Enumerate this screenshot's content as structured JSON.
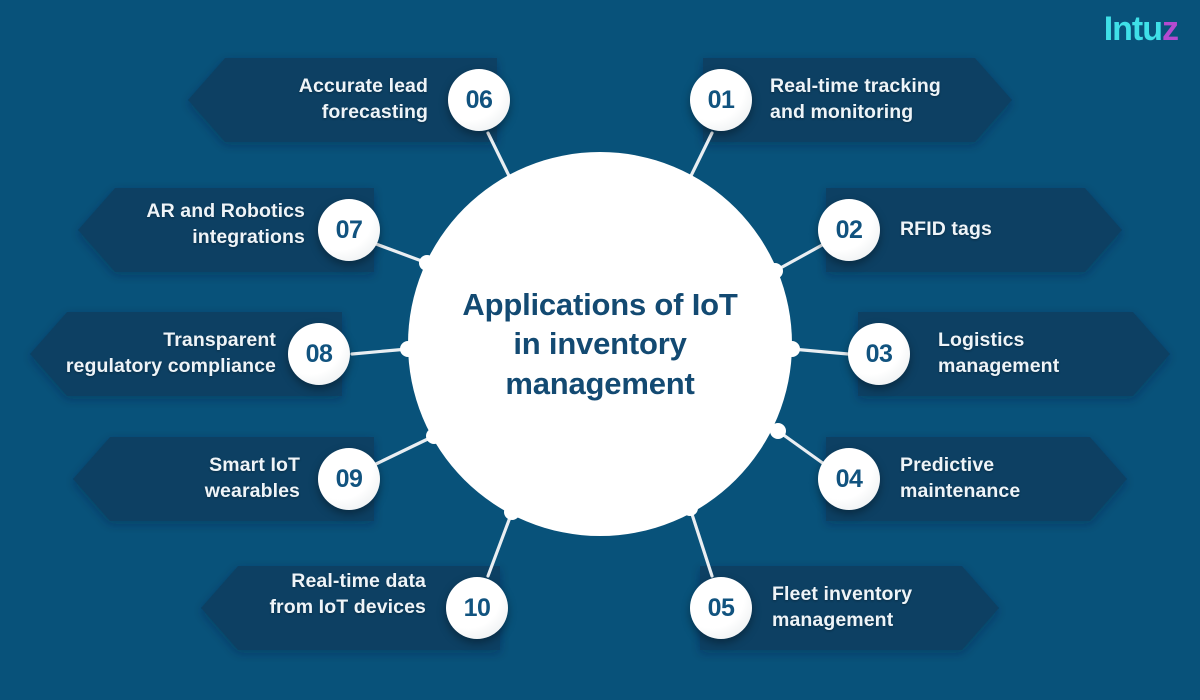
{
  "brand": {
    "name_part1": "Intu",
    "name_part2": "z",
    "colors": {
      "cyan": "#3fe0e8",
      "purple": "#b44ad0"
    }
  },
  "theme": {
    "background": "#08527a",
    "banner": "#0a4164",
    "hub_fill": "#ffffff",
    "hub_text": "#134a72",
    "number_text": "#11537f",
    "item_text": "#eef4f8"
  },
  "center": {
    "title": "Applications of IoT in inventory management",
    "line1": "Applications of",
    "line2": "IoT in inventory",
    "line3": "management"
  },
  "items": [
    {
      "number": "01",
      "label": "Real-time tracking\nand monitoring",
      "side": "right"
    },
    {
      "number": "02",
      "label": "RFID tags",
      "side": "right"
    },
    {
      "number": "03",
      "label": "Logistics\nmanagement",
      "side": "right"
    },
    {
      "number": "04",
      "label": "Predictive\nmaintenance",
      "side": "right"
    },
    {
      "number": "05",
      "label": "Fleet inventory\nmanagement",
      "side": "right"
    },
    {
      "number": "06",
      "label": "Accurate lead\nforecasting",
      "side": "left"
    },
    {
      "number": "07",
      "label": "AR and Robotics\nintegrations",
      "side": "left"
    },
    {
      "number": "08",
      "label": "Transparent\nregulatory compliance",
      "side": "left"
    },
    {
      "number": "09",
      "label": "Smart IoT\nwearables",
      "side": "left"
    },
    {
      "number": "10",
      "label": "Real-time data\nfrom IoT devices",
      "side": "left"
    }
  ]
}
